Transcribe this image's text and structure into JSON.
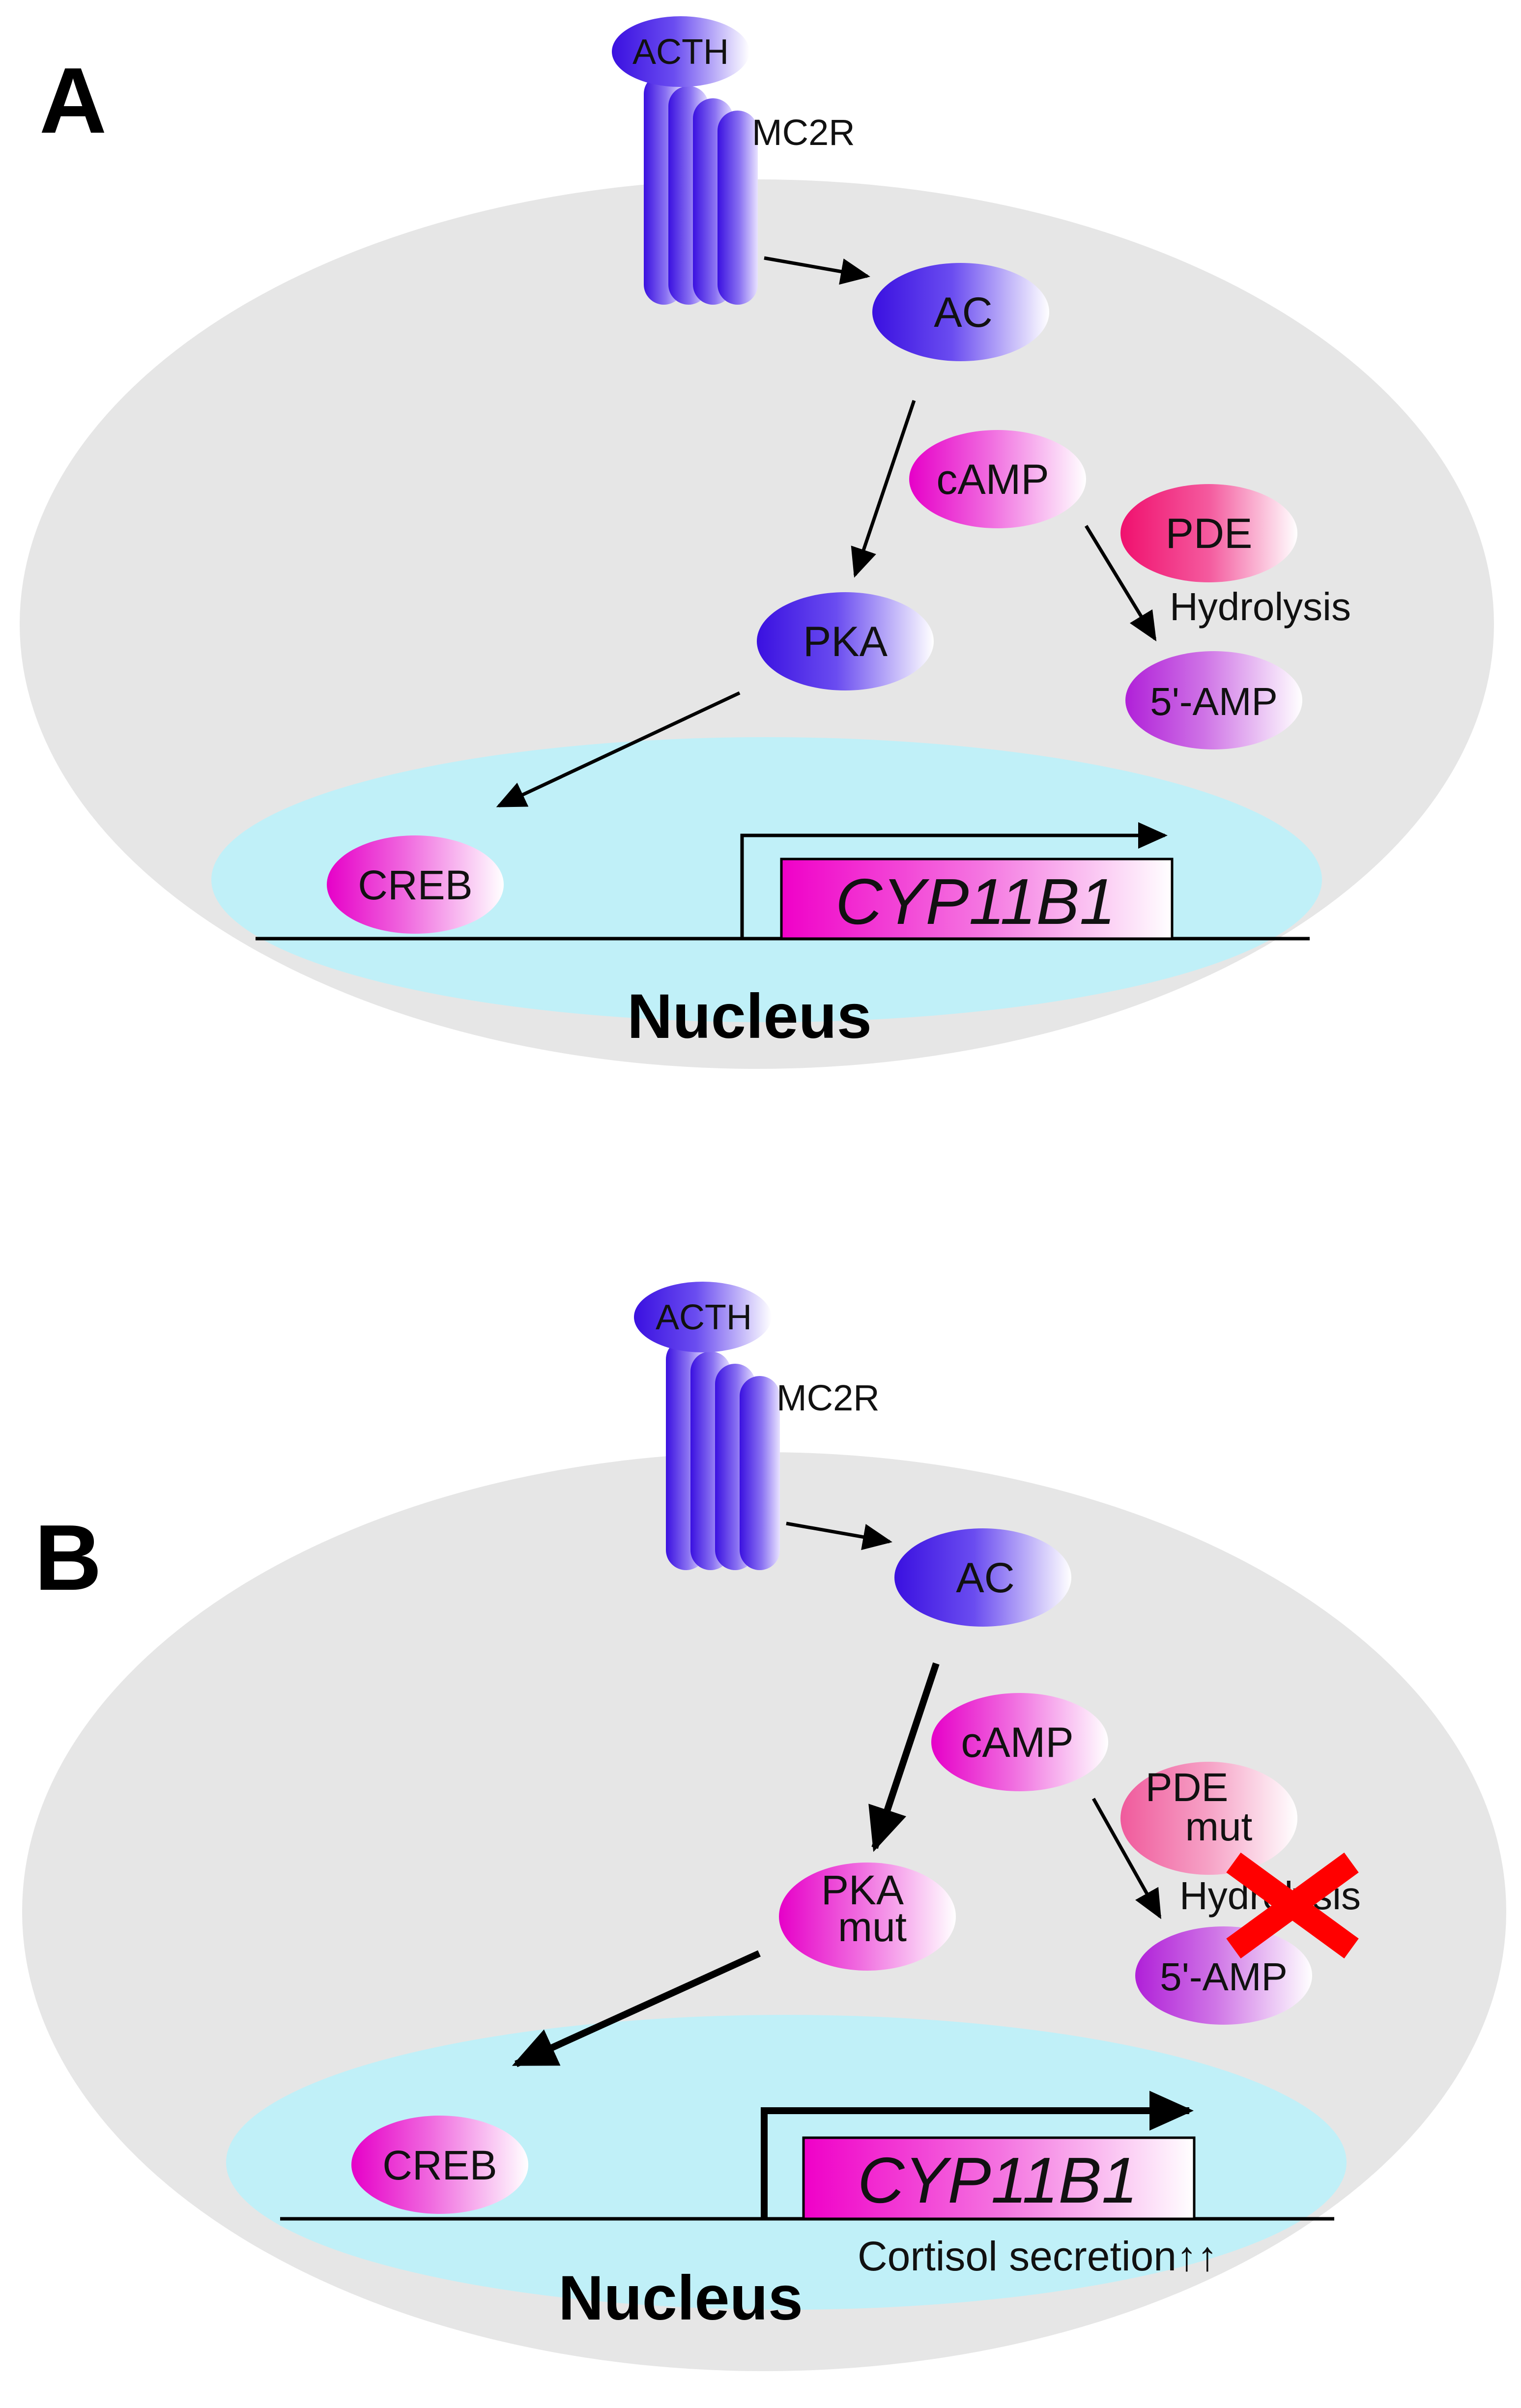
{
  "colors": {
    "cell": "#e6e6e6",
    "nucleus": "#c0f0f8",
    "blue_violet": "#4b1ee6",
    "magenta": "#e60fd2",
    "pink_red": "#eb1478",
    "pink_light": "#ef6aa4",
    "white": "#ffffff",
    "cross": "#ff0000",
    "line": "#000000"
  },
  "panel_a": {
    "letter": "A",
    "ligand": "ACTH",
    "receptor": "MC2R",
    "ac": "AC",
    "camp": "cAMP",
    "pde": "PDE",
    "hydrolysis": "Hydrolysis",
    "amp": "5'-AMP",
    "pka": "PKA",
    "creb": "CREB",
    "gene": "CYP11B1",
    "nucleus": "Nucleus"
  },
  "panel_b": {
    "letter": "B",
    "ligand": "ACTH",
    "receptor": "MC2R",
    "ac": "AC",
    "camp": "cAMP",
    "pde_line1": "PDE",
    "pde_line2": "mut",
    "hydrolysis": "Hydrolysis",
    "amp": "5'-AMP",
    "pka_line1": "PKA",
    "pka_line2": "mut",
    "creb": "CREB",
    "gene": "CYP11B1",
    "nucleus": "Nucleus",
    "note": "Cortisol secretion↑↑"
  }
}
